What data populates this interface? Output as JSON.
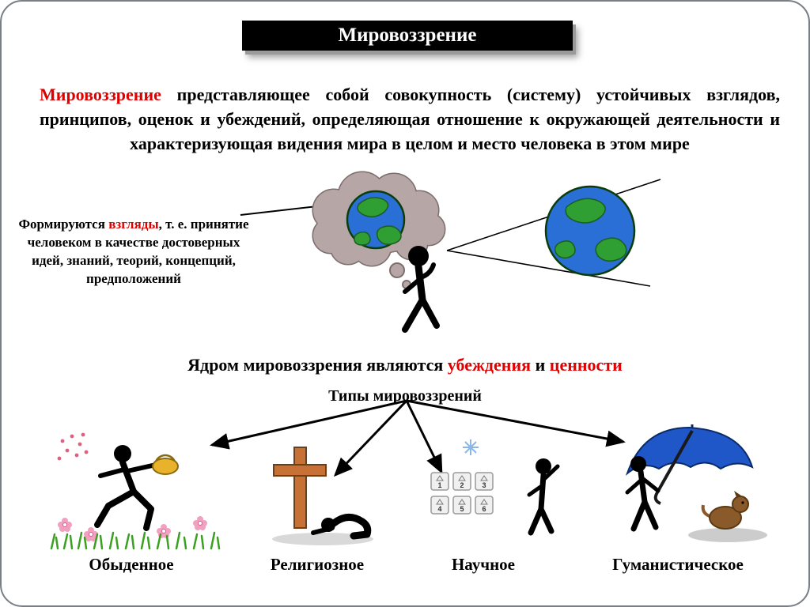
{
  "title": "Мировоззрение",
  "definition": {
    "term": "Мировоззрение",
    "text": " представляющее собой совокупность (систему) устойчивых взглядов, принципов, оценок и убеждений, определяющая отношение к окружающей деятельности и характеризующая видения мира в целом и место человека в этом мире"
  },
  "views_note": {
    "prefix": "Формируются ",
    "term": "взгляды",
    "suffix": ", т. е. принятие человеком в качестве достоверных идей, знаний, теорий, концепций, предположений"
  },
  "core": {
    "prefix": "Ядром мировоззрения являются ",
    "term1": "убеждения",
    "conj": " и ",
    "term2": "ценности"
  },
  "types_heading": "Типы мировоззрений",
  "types": [
    {
      "label": "Обыденное",
      "icon": "running-figure-with-basket-and-flowers"
    },
    {
      "label": "Религиозное",
      "icon": "kneeling-figure-before-cross"
    },
    {
      "label": "Научное",
      "icon": "figure-studying-numbered-dice"
    },
    {
      "label": "Гуманистическое",
      "icon": "figure-with-umbrella-sheltering-animal"
    }
  ],
  "science_dice": [
    "1",
    "2",
    "3",
    "4",
    "5",
    "6"
  ],
  "colors": {
    "highlight": "#e10000",
    "title_bg": "#000000",
    "title_fg": "#ffffff",
    "globe_ocean": "#2a6fd6",
    "globe_land": "#2f9e33",
    "thought_cloud": "#b7a6a6",
    "umbrella": "#1f57c8",
    "cross": "#c87137",
    "basket": "#e8b32a",
    "grass": "#3aa020",
    "flower": "#f2a0c0"
  }
}
